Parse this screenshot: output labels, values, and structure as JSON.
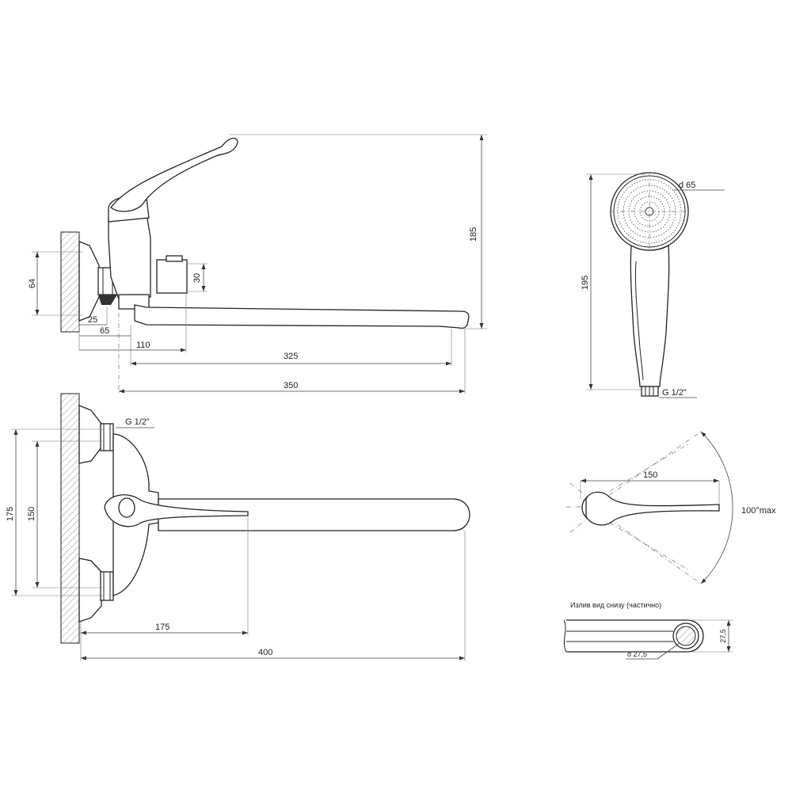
{
  "side_view": {
    "dim_185": "185",
    "dim_64": "64",
    "dim_30": "30",
    "dim_25": "25",
    "dim_65": "65",
    "dim_110": "110",
    "dim_325": "325",
    "dim_350": "350"
  },
  "top_view": {
    "thread_label": "G 1/2\"",
    "dim_175_v": "175",
    "dim_150_v": "150",
    "dim_175_h": "175",
    "dim_400": "400"
  },
  "hand_shower": {
    "diameter_label": "d 65",
    "dim_195": "195",
    "thread_label": "G 1/2\""
  },
  "rotation_view": {
    "dim_150": "150",
    "angle_label": "100°max"
  },
  "spout_bottom_view": {
    "caption": "Излив вид снизу (частично)",
    "diameter_label": "d 27,5",
    "dim_27_5": "27,5"
  }
}
